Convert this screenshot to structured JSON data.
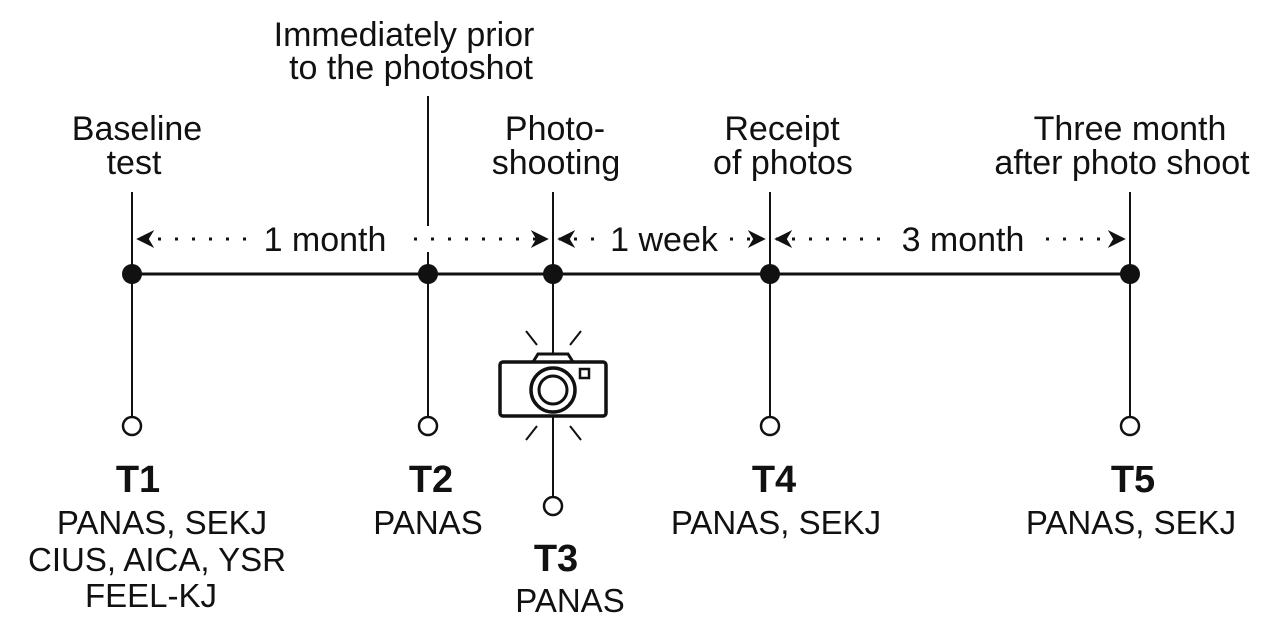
{
  "colors": {
    "ink": "#111111",
    "background": "#ffffff"
  },
  "timepoints": [
    {
      "id": "t1",
      "label_lines": [
        "Baseline",
        "test"
      ],
      "code": "T1",
      "measures": [
        "PANAS, SEKJ",
        "CIUS, AICA, YSR",
        "FEEL-KJ"
      ]
    },
    {
      "id": "t2",
      "label_lines": [
        "Immediately prior",
        "to the photoshot"
      ],
      "code": "T2",
      "measures": [
        "PANAS"
      ]
    },
    {
      "id": "t3",
      "label_lines": [
        "Photo-",
        "shooting"
      ],
      "code": "T3",
      "measures": [
        "PANAS"
      ],
      "icon": "camera-icon"
    },
    {
      "id": "t4",
      "label_lines": [
        "Receipt",
        "of photos"
      ],
      "code": "T4",
      "measures": [
        "PANAS, SEKJ"
      ]
    },
    {
      "id": "t5",
      "label_lines": [
        "Three month",
        "after photo shoot"
      ],
      "code": "T5",
      "measures": [
        "PANAS, SEKJ"
      ]
    }
  ],
  "intervals": [
    {
      "from": "t1",
      "to": "t3",
      "label": "1 month"
    },
    {
      "from": "t3",
      "to": "t4",
      "label": "1 week"
    },
    {
      "from": "t4",
      "to": "t5",
      "label": "3 month"
    }
  ]
}
